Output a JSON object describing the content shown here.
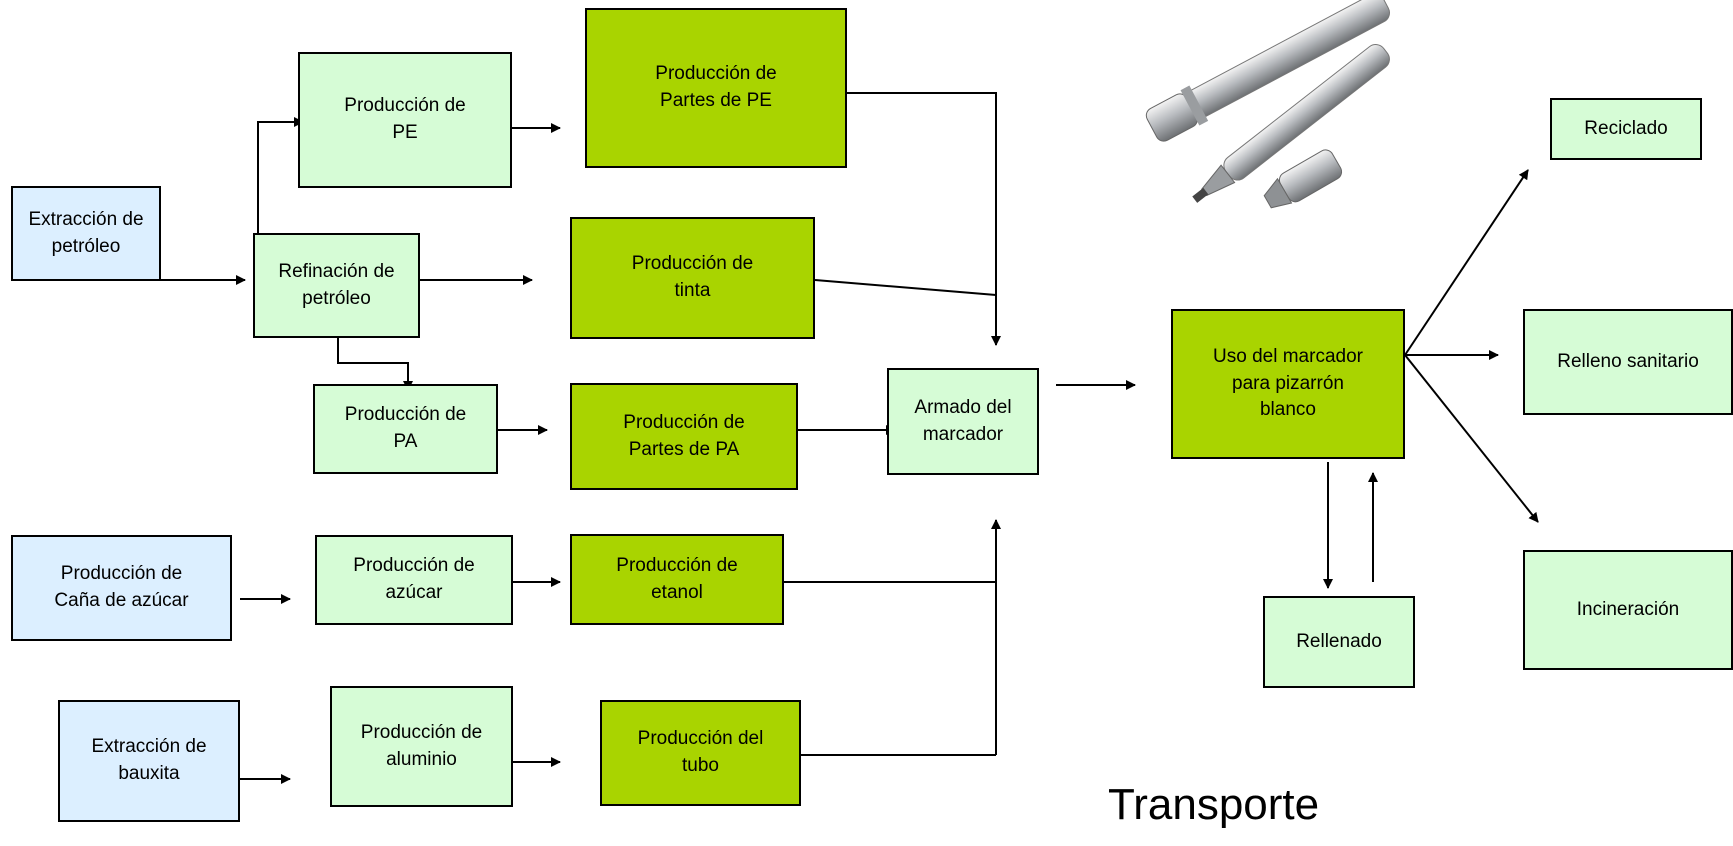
{
  "nodes": {
    "extraccion_petroleo": "Extracción de\npetróleo",
    "produccion_pe": "Producción de\nPE",
    "refinacion_petroleo": "Refinación de\npetróleo",
    "produccion_partes_pe": "Producción de\nPartes de PE",
    "produccion_tinta": "Producción de\ntinta",
    "produccion_pa": "Producción de\nPA",
    "produccion_partes_pa": "Producción de\nPartes de PA",
    "armado_marcador": "Armado del\nmarcador",
    "produccion_cana": "Producción de\nCaña de azúcar",
    "produccion_azucar": "Producción de\nazúcar",
    "produccion_etanol": "Producción de\netanol",
    "extraccion_bauxita": "Extracción de\nbauxita",
    "produccion_aluminio": "Producción de\naluminio",
    "produccion_tubo": "Producción del\ntubo",
    "uso_marcador": "Uso del marcador\npara pizarrón\nblanco",
    "rellenado": "Rellenado",
    "reciclado": "Reciclado",
    "relleno_sanitario": "Relleno sanitario",
    "incineracion": "Incineración"
  },
  "transport_label": "Transporte",
  "colors": {
    "raw_material": "#dcefff",
    "process": "#d6fcd6",
    "part_production": "#a9d400",
    "line": "#000000"
  },
  "icons": {
    "illustration": "whiteboard-markers-illustration"
  }
}
